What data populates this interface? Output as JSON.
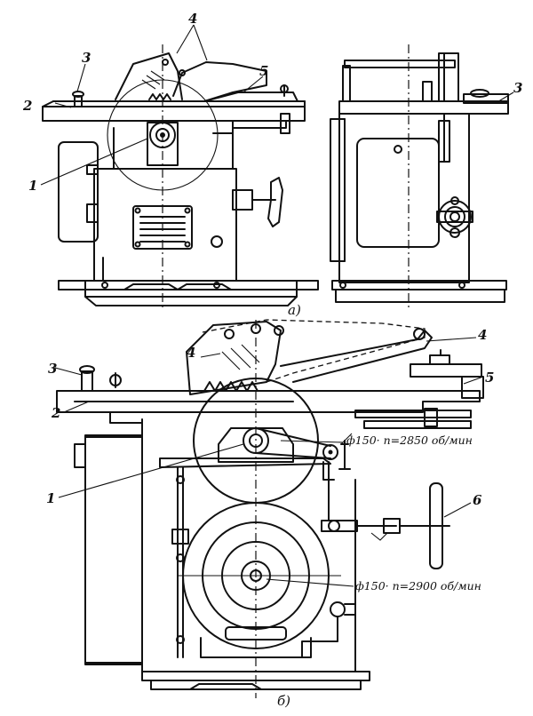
{
  "views": {
    "a": {
      "caption": "a)"
    },
    "b": {
      "caption": "б)"
    }
  },
  "callouts": {
    "a": {
      "c1": "1",
      "c2": "2",
      "c3": "3",
      "c4": "4",
      "c5": "5",
      "c3_side": "3"
    },
    "b": {
      "c1": "1",
      "c2": "2",
      "c3": "3",
      "c4_left": "4",
      "c4_right": "4",
      "c5": "5",
      "c6": "6"
    }
  },
  "annotations": {
    "saw_pulley": "ф150· n=2850 об/мин",
    "motor_pulley": "ф150· n=2900 об/мин"
  }
}
